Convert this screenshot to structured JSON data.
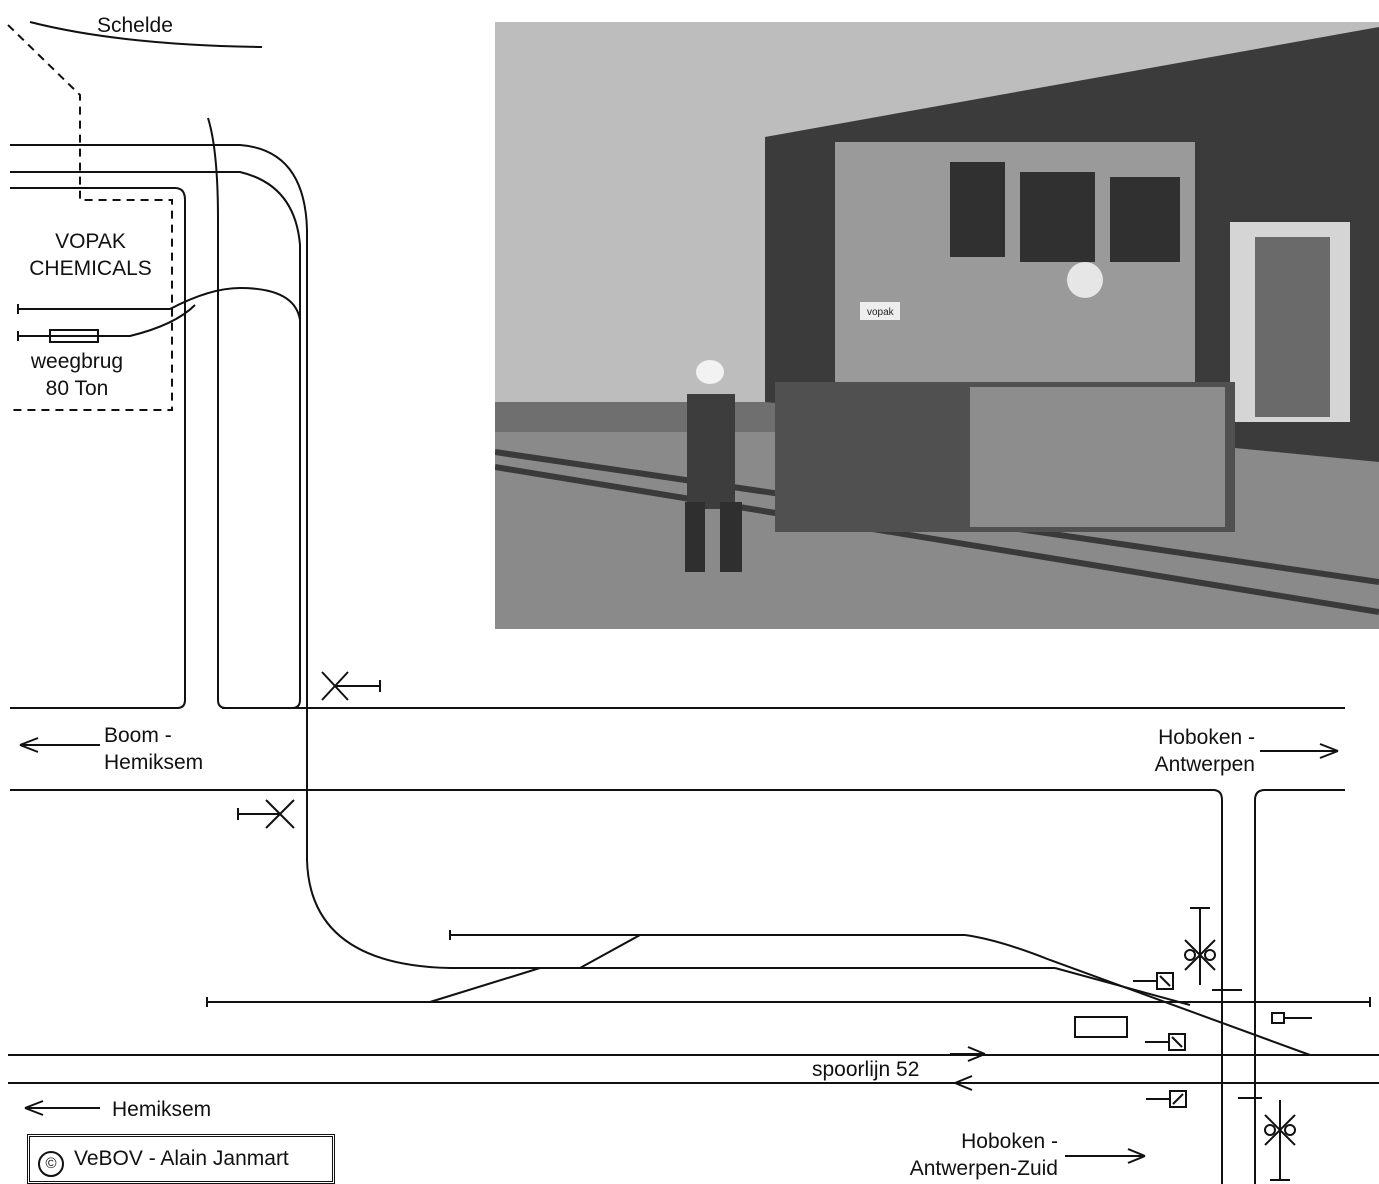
{
  "labels": {
    "schelde": "Schelde",
    "vopak_line1": "VOPAK",
    "vopak_line2": "CHEMICALS",
    "weegbrug_line1": "weegbrug",
    "weegbrug_line2": "80 Ton",
    "boom_line1": "Boom -",
    "boom_line2": "Hemiksem",
    "hoboken_antwerpen_line1": "Hoboken -",
    "hoboken_antwerpen_line2": "Antwerpen",
    "spoorlijn": "spoorlijn 52",
    "hemiksem": "Hemiksem",
    "hoboken_zuid_line1": "Hoboken -",
    "hoboken_zuid_line2": "Antwerpen-Zuid"
  },
  "copyright": {
    "symbol": "©",
    "text": "VeBOV - Alain Janmart"
  },
  "photo": {
    "loco_logo": "vopak"
  },
  "colors": {
    "line": "#111111",
    "background": "#ffffff"
  }
}
